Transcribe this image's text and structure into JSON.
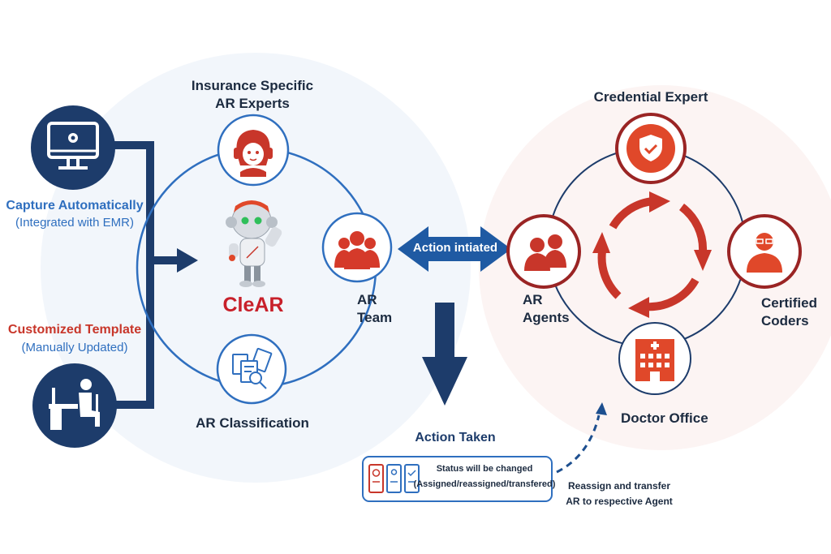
{
  "colors": {
    "navy": "#1d3c6b",
    "blue": "#2f6fbf",
    "red": "#c8362a",
    "darkred": "#9a2424",
    "orange": "#e0482a",
    "text_dark": "#1c2b40"
  },
  "left_inputs": {
    "auto": {
      "title": "Capture Automatically",
      "subtitle": "(Integrated with EMR)",
      "icon": "monitor-gear-icon"
    },
    "manual": {
      "title": "Customized Template",
      "subtitle": "(Manually Updated)",
      "icon": "person-at-desk-icon"
    }
  },
  "ar_cluster": {
    "top_label_line1": "Insurance Specific",
    "top_label_line2": "AR Experts",
    "center_brand": "CleAR",
    "right_label_line1": "AR",
    "right_label_line2": "Team",
    "bottom_label": "AR Classification",
    "icons": [
      "headset-woman-icon",
      "robot-mascot-icon",
      "team-icon",
      "documents-search-icon"
    ]
  },
  "action_initiated": {
    "label": "Action intiated"
  },
  "action_taken": {
    "title": "Action Taken",
    "status_line1": "Status will be changed",
    "status_line2": "(Assigned/reassigned/transfered)",
    "icons": [
      "blocked-card-icon",
      "assigned-card-icon",
      "check-card-icon"
    ]
  },
  "credential_cluster": {
    "top_label": "Credential Expert",
    "left_label_line1": "AR",
    "left_label_line2": "Agents",
    "right_label_line1": "Certified",
    "right_label_line2": "Coders",
    "bottom_label": "Doctor Office",
    "icons": [
      "shield-check-icon",
      "agents-headset-icon",
      "coder-icon",
      "hospital-icon",
      "cycle-arrows-icon"
    ]
  },
  "reassign_note": {
    "line1": "Reassign and transfer",
    "line2": "AR to respective Agent"
  }
}
